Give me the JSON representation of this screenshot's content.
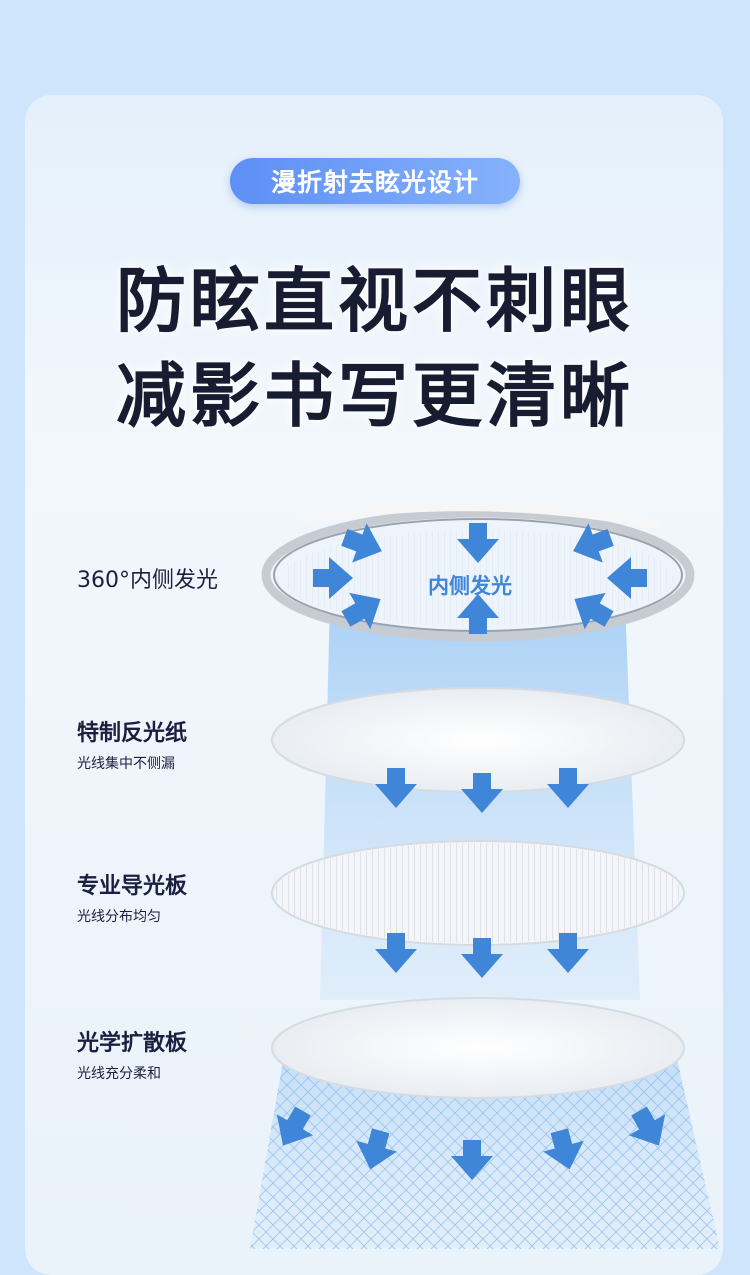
{
  "badge": "漫折射去眩光设计",
  "headline": {
    "line1": "防眩直视不刺眼",
    "line2": "减影书写更清晰"
  },
  "layers": [
    {
      "title": "360°内侧发光",
      "inner_label": "内侧发光"
    },
    {
      "title": "特制反光纸",
      "subtitle": "光线集中不侧漏"
    },
    {
      "title": "专业导光板",
      "subtitle": "光线分布均匀"
    },
    {
      "title": "光学扩散板",
      "subtitle": "光线充分柔和"
    }
  ],
  "colors": {
    "accent": "#5d8ff5",
    "arrow": "#3f86d8",
    "text": "#171c30"
  }
}
